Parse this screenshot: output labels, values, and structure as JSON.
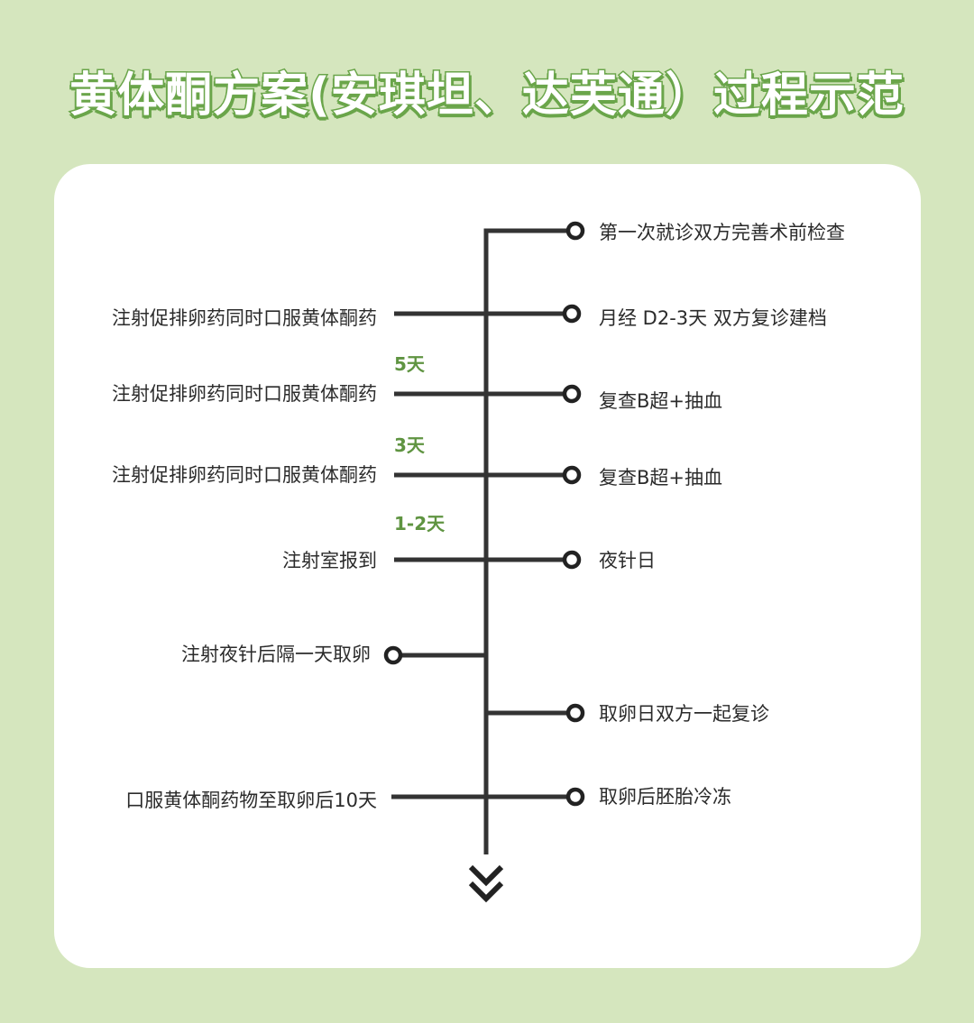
{
  "title": "黄体酮方案(安琪坦、达芙通）过程示范",
  "colors": {
    "background": "#d5e6be",
    "card": "#ffffff",
    "line": "#333333",
    "accent_green": "#5f9441"
  },
  "steps": {
    "s1": {
      "right": "第一次就诊双方完善术前检查"
    },
    "s2": {
      "left": "注射促排卵药同时口服黄体酮药",
      "right": "月经 D2-3天 双方复诊建档"
    },
    "s3": {
      "interval": "5天",
      "left": "注射促排卵药同时口服黄体酮药",
      "right": "复查B超+抽血"
    },
    "s4": {
      "interval": "3天",
      "left": "注射促排卵药同时口服黄体酮药",
      "right": "复查B超+抽血"
    },
    "s5": {
      "interval": "1-2天",
      "left": "注射室报到",
      "right": "夜针日"
    },
    "s6": {
      "left": "注射夜针后隔一天取卵"
    },
    "s7": {
      "right": "取卵日双方一起复诊"
    },
    "s8": {
      "left": "口服黄体酮药物至取卵后10天",
      "right": "取卵后胚胎冷冻"
    }
  },
  "icons": {
    "end_arrow": "double-chevron-down-icon",
    "node": "circle-node-icon"
  }
}
